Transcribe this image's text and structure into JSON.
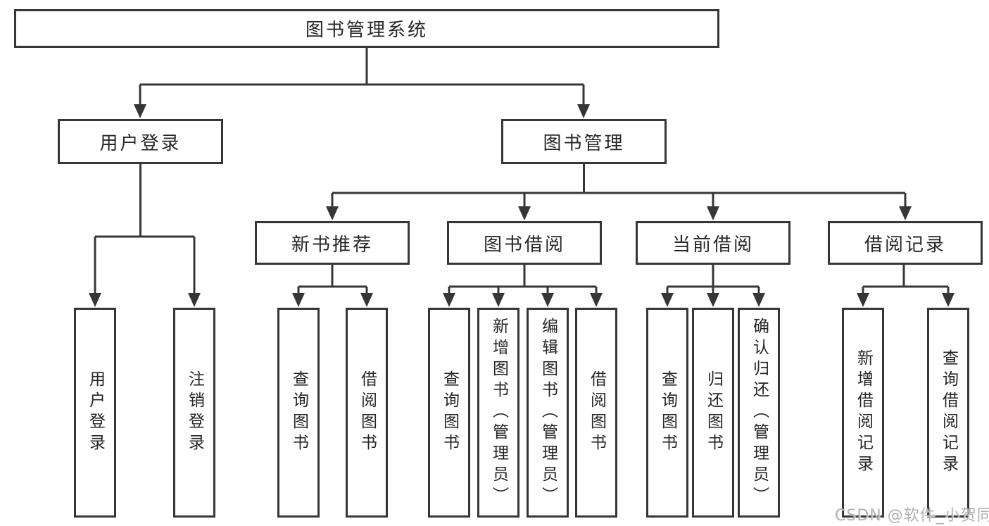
{
  "colors": {
    "line": "#363636",
    "box_border": "#363636",
    "text": "#262626",
    "background": "#ffffff",
    "watermark": "#b0b0b0"
  },
  "watermark": {
    "text": "CSDN @软件_小贺同学"
  },
  "tree": {
    "label": "图书管理系统",
    "children": [
      {
        "label": "用户登录",
        "children": [
          {
            "label": "用户登录"
          },
          {
            "label": "注销登录"
          }
        ]
      },
      {
        "label": "图书管理",
        "children": [
          {
            "label": "新书推荐",
            "children": [
              {
                "label": "查询图书"
              },
              {
                "label": "借阅图书"
              }
            ]
          },
          {
            "label": "图书借阅",
            "children": [
              {
                "label": "查询图书"
              },
              {
                "label": "新增图书（管理员）"
              },
              {
                "label": "编辑图书（管理员）"
              },
              {
                "label": "借阅图书"
              }
            ]
          },
          {
            "label": "当前借阅",
            "children": [
              {
                "label": "查询图书"
              },
              {
                "label": "归还图书"
              },
              {
                "label": "确认归还（管理员）"
              }
            ]
          },
          {
            "label": "借阅记录",
            "children": [
              {
                "label": "新增借阅记录"
              },
              {
                "label": "查询借阅记录"
              }
            ]
          }
        ]
      }
    ]
  }
}
